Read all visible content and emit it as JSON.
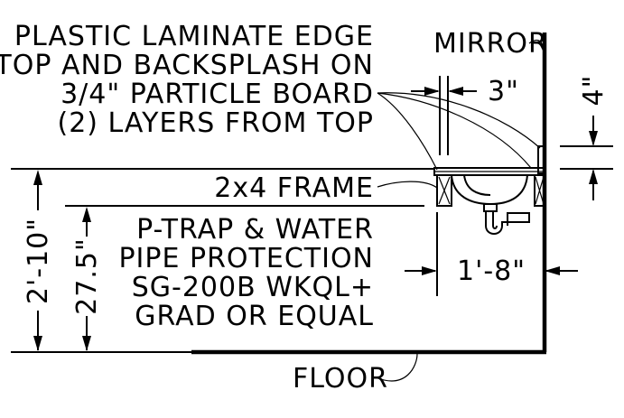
{
  "notes": {
    "laminate": [
      "PLASTIC LAMINATE EDGE",
      "TOP AND BACKSPLASH ON",
      "3/4\" PARTICLE BOARD",
      "(2) LAYERS FROM TOP"
    ],
    "frame": "2x4 FRAME",
    "ptrap": [
      "P-TRAP & WATER",
      "PIPE PROTECTION",
      "SG-200B WKQL+",
      "GRAD OR EQUAL"
    ],
    "mirror": "MIRROR",
    "floor": "FLOOR"
  },
  "dimensions": {
    "splash_width": "3\"",
    "backsplash_height": "4\"",
    "counter_depth": "1'-8\"",
    "counter_height": "2'-10\"",
    "knee_clearance": "27.5\""
  }
}
